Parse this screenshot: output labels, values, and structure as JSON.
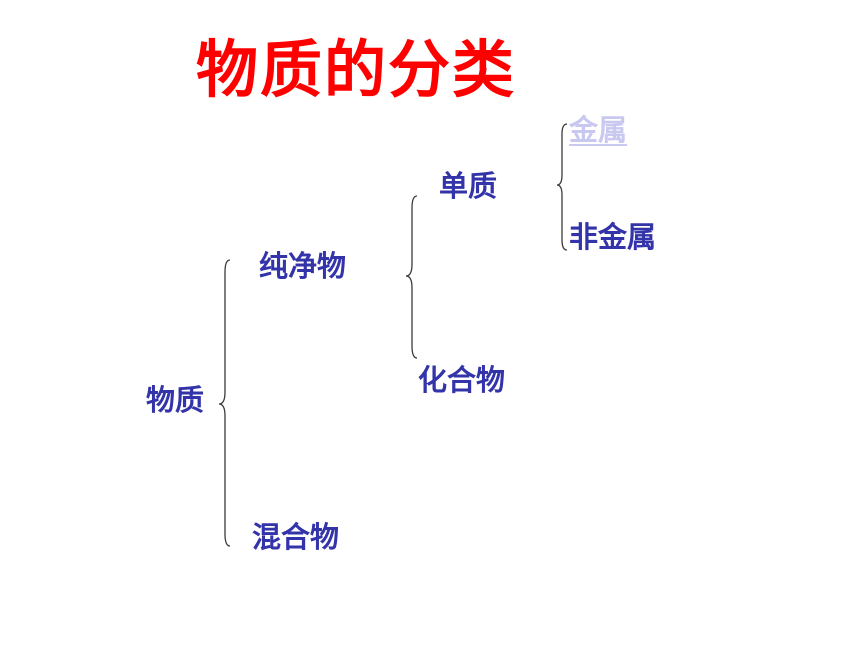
{
  "title": "物质的分类",
  "colors": {
    "title": "#ff0000",
    "node": "#3333aa",
    "link": "#c8c8f0",
    "brace": "#3a3a3a"
  },
  "tree": {
    "root": "物质",
    "pure": "纯净物",
    "mixture": "混合物",
    "element": "单质",
    "compound": "化合物",
    "metal": "金属",
    "nonmetal": "非金属"
  }
}
